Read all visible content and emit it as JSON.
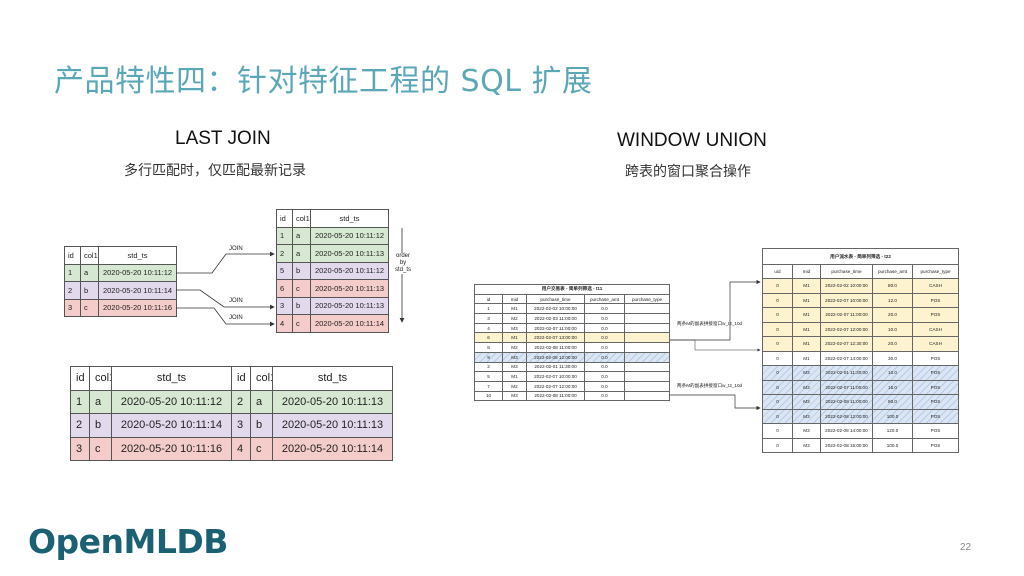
{
  "title": "产品特性四：针对特征工程的 SQL 扩展",
  "last_join": {
    "heading": "LAST JOIN",
    "subtitle": "多行匹配时，仅匹配最新记录",
    "headers": [
      "id",
      "col1",
      "std_ts"
    ],
    "left_rows": [
      [
        "1",
        "a",
        "2020-05-20 10:11:12"
      ],
      [
        "2",
        "b",
        "2020-05-20 10:11:14"
      ],
      [
        "3",
        "c",
        "2020-05-20 10:11:16"
      ]
    ],
    "right_rows": [
      [
        "1",
        "a",
        "2020-05-20 10:11:12"
      ],
      [
        "2",
        "a",
        "2020-05-20 10:11:13"
      ],
      [
        "5",
        "b",
        "2020-05-20 10:11:12"
      ],
      [
        "6",
        "c",
        "2020-05-20 10:11:13"
      ],
      [
        "3",
        "b",
        "2020-05-20 10:11:13"
      ],
      [
        "4",
        "c",
        "2020-05-20 10:11:14"
      ]
    ],
    "join_label": "JOIN",
    "order_label": [
      "order",
      "by",
      "std_ts"
    ],
    "result_headers": [
      "id",
      "col1",
      "std_ts",
      "id",
      "col1",
      "std_ts"
    ],
    "result_rows": [
      [
        "1",
        "a",
        "2020-05-20 10:11:12",
        "2",
        "a",
        "2020-05-20 10:11:13"
      ],
      [
        "2",
        "b",
        "2020-05-20 10:11:14",
        "3",
        "b",
        "2020-05-20 10:11:13"
      ],
      [
        "3",
        "c",
        "2020-05-20 10:11:16",
        "4",
        "c",
        "2020-05-20 10:11:14"
      ]
    ]
  },
  "window_union": {
    "heading": "WINDOW UNION",
    "subtitle": "跨表的窗口聚合操作",
    "left_caption": "用户交易表 - 简单列筛选 - t11",
    "left_headers": [
      "id",
      "mid",
      "purchase_time",
      "purchase_amt",
      "purchase_type"
    ],
    "left_rows": [
      [
        "1",
        "M1",
        "2022-02-02 10:00:00",
        "0.0",
        ""
      ],
      [
        "3",
        "M2",
        "2022-02-03 11:00:00",
        "0.0",
        ""
      ],
      [
        "4",
        "M3",
        "2022-02-07 11:00:00",
        "0.0",
        ""
      ],
      [
        "6",
        "M1",
        "2022-02-07 13:00:00",
        "0.0",
        ""
      ],
      [
        "8",
        "M2",
        "2022-02-08 11:00:00",
        "0.0",
        ""
      ],
      [
        "9",
        "M3",
        "2022-02-08 12:00:00",
        "0.0",
        ""
      ],
      [
        "2",
        "M3",
        "2022-02-01 11:30:00",
        "0.0",
        ""
      ],
      [
        "5",
        "M1",
        "2022-02-07 10:00:00",
        "0.0",
        ""
      ],
      [
        "7",
        "M2",
        "2022-02-07 12:00:00",
        "0.0",
        ""
      ],
      [
        "10",
        "M3",
        "2022-02-08 11:00:00",
        "0.0",
        ""
      ]
    ],
    "right_caption": "用户流水表 - 简单列筛选 - t22",
    "right_headers": [
      "uid",
      "mid",
      "purchase_time",
      "purchase_amt",
      "purchase_type"
    ],
    "right_rows": [
      [
        "0",
        "M1",
        "2022-02-02 10:00:00",
        "80.0",
        "CASH"
      ],
      [
        "0",
        "M1",
        "2022-02-07 10:00:00",
        "12.0",
        "POS"
      ],
      [
        "0",
        "M1",
        "2022-02-07 11:00:00",
        "20.0",
        "POS"
      ],
      [
        "0",
        "M1",
        "2022-02-07 12:00:00",
        "10.0",
        "CASH"
      ],
      [
        "0",
        "M1",
        "2022-02-07 12:30:00",
        "20.0",
        "CASH"
      ],
      [
        "0",
        "M1",
        "2022-02-07 14:00:00",
        "30.0",
        "POS"
      ],
      [
        "0",
        "M3",
        "2022-02-01 11:30:00",
        "10.0",
        "POS"
      ],
      [
        "0",
        "M3",
        "2022-02-07 11:00:00",
        "15.0",
        "POS"
      ],
      [
        "0",
        "M3",
        "2022-02-08 11:00:00",
        "80.0",
        "POS"
      ],
      [
        "0",
        "M3",
        "2022-02-08 12:00:00",
        "100.0",
        "POS"
      ],
      [
        "0",
        "M3",
        "2022-02-08 14:00:00",
        "120.0",
        "POS"
      ],
      [
        "0",
        "M3",
        "2022-02-08 15:00:00",
        "100.0",
        "POS"
      ]
    ],
    "window_label_1": "两条M的副表拼接窗口w_t2_10d",
    "window_label_2": "两条M的副表拼接窗口w_t2_10d"
  },
  "footer": {
    "logo": "OpenMLDB",
    "page_number": "22"
  }
}
